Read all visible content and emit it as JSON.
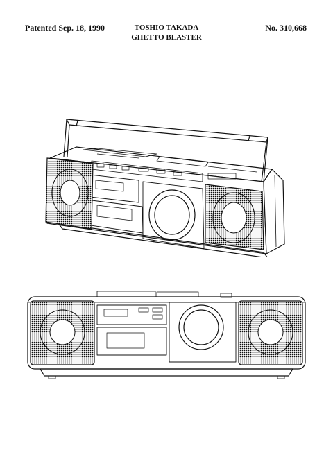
{
  "header": {
    "patent_date": "Patented Sep. 18, 1990",
    "inventor": "TOSHIO TAKADA",
    "title": "GHETTO BLASTER",
    "patent_number": "No. 310,668"
  },
  "figures": [
    {
      "view": "perspective",
      "icon": "boombox-perspective-drawing"
    },
    {
      "view": "front",
      "icon": "boombox-front-drawing"
    }
  ],
  "colors": {
    "ink": "#111111",
    "paper": "#ffffff"
  }
}
